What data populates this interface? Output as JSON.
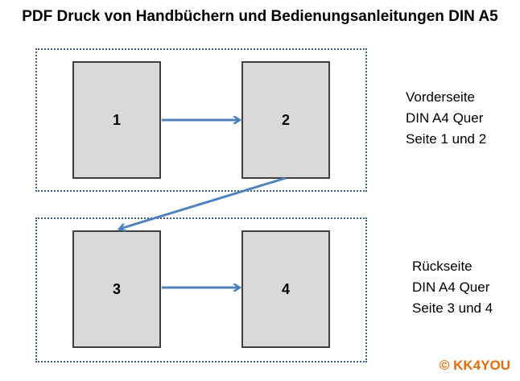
{
  "title": "PDF Druck von Handbüchern und Bedienungsanleitungen DIN A5",
  "pages": [
    {
      "label": "1"
    },
    {
      "label": "2"
    },
    {
      "label": "3"
    },
    {
      "label": "4"
    }
  ],
  "front_label": [
    "Vorderseite",
    "DIN A4 Quer",
    "Seite 1 und 2"
  ],
  "back_label": [
    "Rückseite",
    "DIN A4 Quer",
    "Seite 3 und 4"
  ],
  "copyright": "© KK4YOU",
  "colors": {
    "arrow": "#4f81bd",
    "page_fill": "#d9d9d9",
    "page_border": "#3f3f3f",
    "sheet_border": "#3f5f7f",
    "copyright": "#e46c0a"
  }
}
